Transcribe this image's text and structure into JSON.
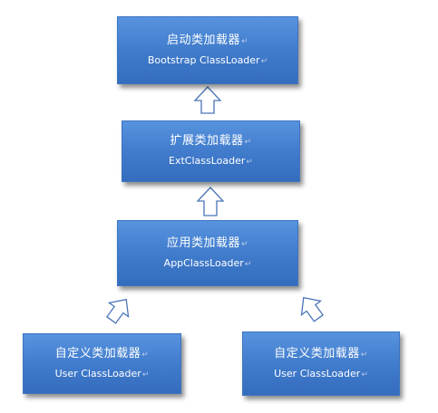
{
  "boxes": {
    "bootstrap": {
      "title": "启动类加载器",
      "subtitle": "Bootstrap ClassLoader"
    },
    "ext": {
      "title": "扩展类加载器",
      "subtitle": "ExtClassLoader"
    },
    "app": {
      "title": "应用类加载器",
      "subtitle": "AppClassLoader"
    },
    "user_left": {
      "title": "自定义类加载器",
      "subtitle": "User ClassLoader"
    },
    "user_right": {
      "title": "自定义类加载器",
      "subtitle": "User ClassLoader"
    }
  },
  "paragraph_mark": "↵",
  "colors": {
    "box_fill_top": "#5793de",
    "box_fill_bottom": "#356dbd",
    "box_text": "#ffffff",
    "arrow_stroke": "#4a74b8",
    "arrow_fill": "#ffffff"
  }
}
